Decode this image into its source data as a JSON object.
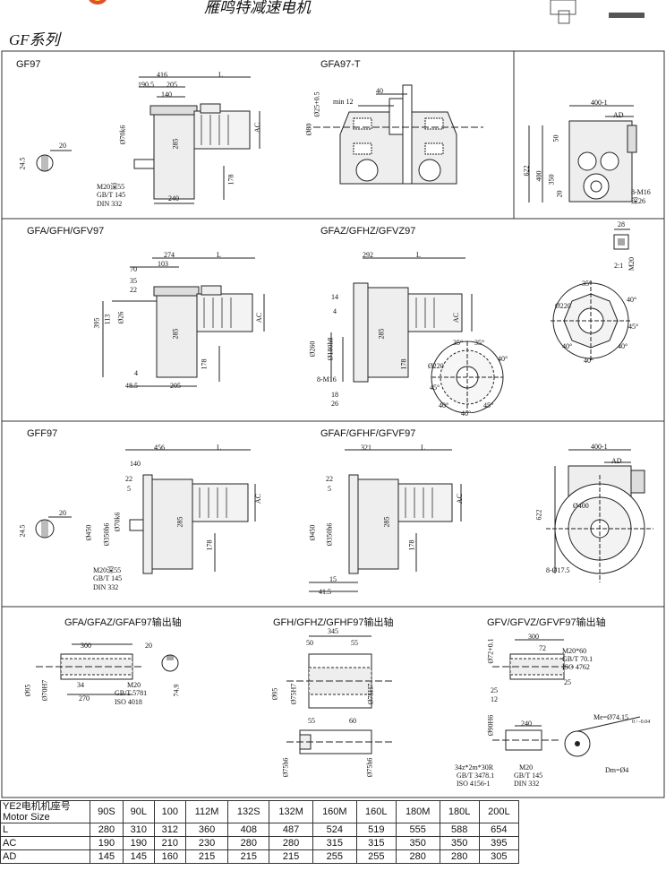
{
  "header": {
    "logo_text": "雁鸣特减速电机",
    "series_title": "GF系列"
  },
  "panels": {
    "gf97": {
      "title": "GF97",
      "dims": [
        "416",
        "L",
        "190.5",
        "205",
        "140",
        "Ø70k6",
        "285",
        "AC",
        "178",
        "240",
        "M20深55",
        "GB/T 145",
        "DIN 332",
        "20",
        "24.5"
      ]
    },
    "gfa97t": {
      "title": "GFA97-T",
      "dims": [
        "40",
        "min 12",
        "Ø25+0.5",
        "Ø80"
      ]
    },
    "gfa97": {
      "title": "GFA/GFH/GFV97",
      "dims": [
        "274",
        "L",
        "103",
        "70",
        "35",
        "22",
        "395",
        "113",
        "Ø26",
        "285",
        "AC",
        "178",
        "4",
        "48.5",
        "205"
      ]
    },
    "gfaz97": {
      "title": "GFAZ/GFHZ/GFVZ97",
      "dims": [
        "292",
        "L",
        "14",
        "4",
        "285",
        "AC",
        "Ø260",
        "Ø180h8",
        "178",
        "8-M16",
        "18",
        "26",
        "Ø220",
        "35°",
        "35°",
        "40°",
        "45°",
        "40°",
        "40°",
        "45°"
      ]
    },
    "gff97": {
      "title": "GFF97",
      "dims": [
        "456",
        "L",
        "140",
        "22",
        "5",
        "Ø450",
        "Ø350h6",
        "Ø70k6",
        "285",
        "AC",
        "178",
        "M20深55",
        "GB/T 145",
        "DIN 332",
        "20",
        "24.5"
      ]
    },
    "gfaf97": {
      "title": "GFAF/GFHF/GFVF97",
      "dims": [
        "321",
        "L",
        "22",
        "5",
        "Ø450",
        "Ø350h6",
        "285",
        "AC",
        "178",
        "15",
        "41.5"
      ]
    },
    "right_top": {
      "dims": [
        "400-1",
        "AD",
        "50",
        "622",
        "400",
        "350",
        "20",
        "8-M16",
        "深26",
        "28",
        "M20",
        "2:1"
      ]
    },
    "right_flange": {
      "dims": [
        "35°",
        "Ø220",
        "40°",
        "45°",
        "40°",
        "40°",
        "40°"
      ]
    },
    "right_gff": {
      "dims": [
        "400-1",
        "AD",
        "Ø400",
        "622",
        "8-Ø17.5"
      ]
    }
  },
  "shafts": {
    "hollow": {
      "title": "GFA/GFAZ/GFAF97输出轴",
      "dims": [
        "300",
        "20",
        "Ø95",
        "Ø70H7",
        "34",
        "270",
        "M20",
        "GB/T 5781",
        "ISO 4018",
        "74.9"
      ]
    },
    "splined": {
      "title": "GFH/GFHZ/GFHF97输出轴",
      "dims": [
        "345",
        "50",
        "55",
        "Ø95",
        "Ø75H7",
        "Ø75H7",
        "55",
        "60",
        "Ø75h6",
        "Ø75h6"
      ]
    },
    "involute": {
      "title": "GFV/GFVZ/GFVF97输出轴",
      "dims": [
        "300",
        "72",
        "M20*60",
        "GB/T 70.1",
        "ISO 4762",
        "25",
        "12",
        "25",
        "Ø72+0.1",
        "Ø90H6",
        "240",
        "34z*2m*30R",
        "GB/T 3478.1",
        "ISO 4156-1",
        "M20",
        "GB/T 145",
        "DIN 332",
        "Me=Ø74.15",
        "0 / -0.04",
        "Dm=Ø4"
      ]
    }
  },
  "spec_table": {
    "header_label_line1": "YE2电机机座号",
    "header_label_line2": "Motor Size",
    "sizes": [
      "90S",
      "90L",
      "100",
      "112M",
      "132S",
      "132M",
      "160M",
      "160L",
      "180M",
      "180L",
      "200L"
    ],
    "rows": [
      {
        "label": "L",
        "values": [
          "280",
          "310",
          "312",
          "360",
          "408",
          "487",
          "524",
          "519",
          "555",
          "588",
          "654"
        ]
      },
      {
        "label": "AC",
        "values": [
          "190",
          "190",
          "210",
          "230",
          "280",
          "280",
          "315",
          "315",
          "350",
          "350",
          "395"
        ]
      },
      {
        "label": "AD",
        "values": [
          "145",
          "145",
          "160",
          "215",
          "215",
          "215",
          "255",
          "255",
          "280",
          "280",
          "305"
        ]
      }
    ]
  }
}
